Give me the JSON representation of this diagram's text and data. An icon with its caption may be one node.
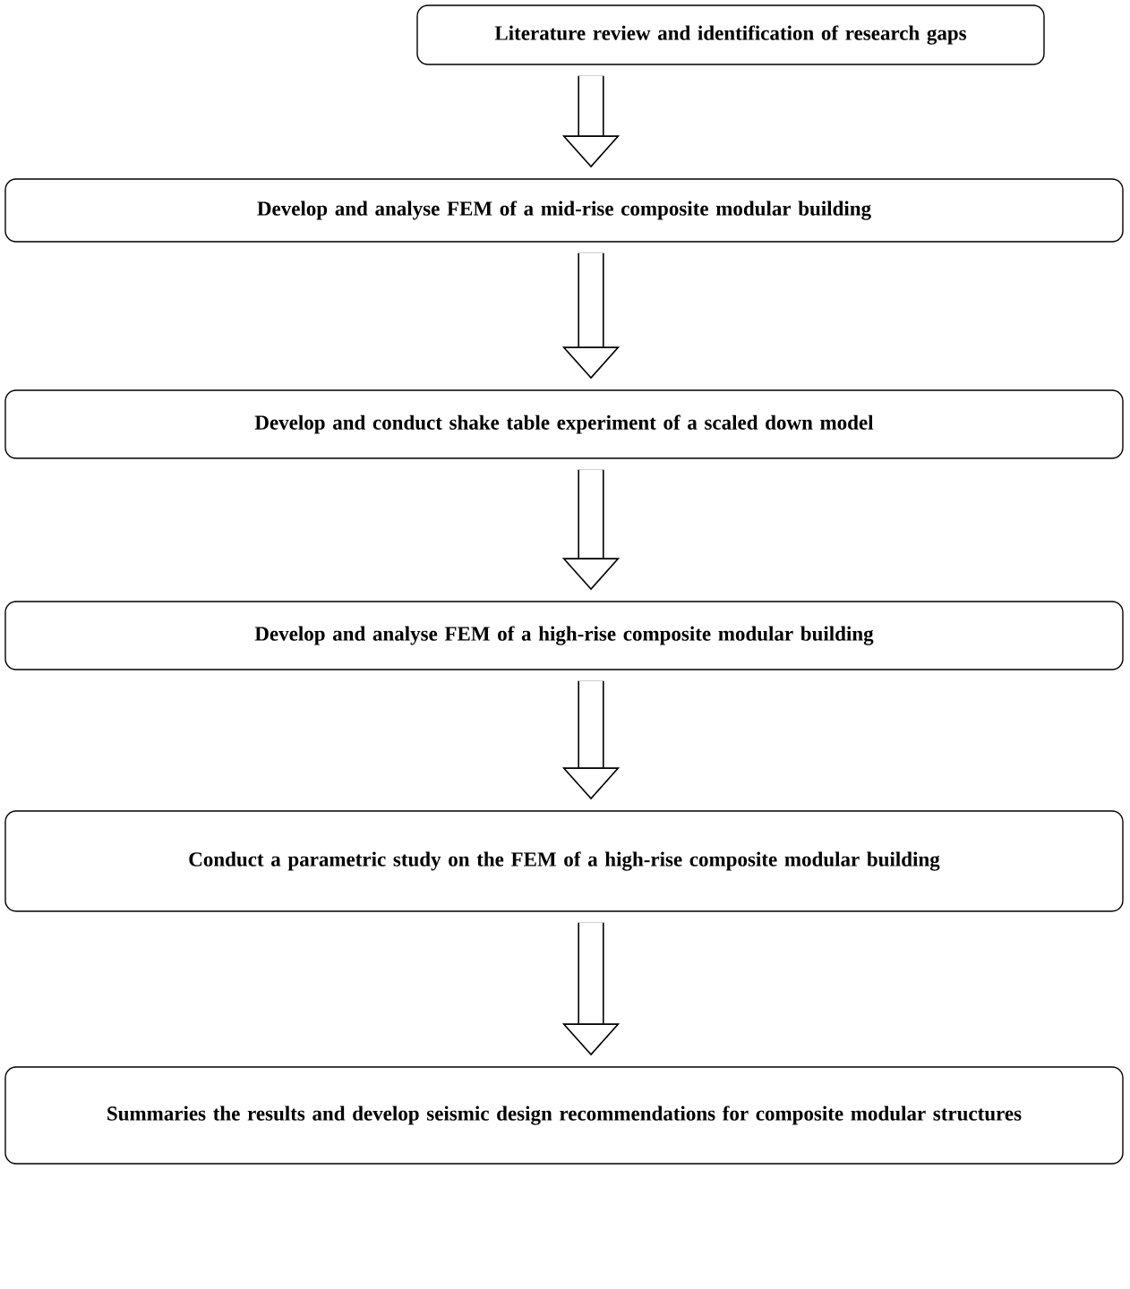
{
  "diagram": {
    "nodes": [
      {
        "text": [
          "Literature review and identification of research gaps"
        ]
      },
      {
        "text": [
          "Develop and analyse FEM of a mid-rise composite modular building"
        ]
      },
      {
        "text": [
          "Develop and conduct shake table experiment of a scaled down model"
        ]
      },
      {
        "text": [
          "Develop and analyse FEM of a high-rise composite modular building"
        ]
      },
      {
        "text": [
          "Conduct a parametric study on the FEM of a high-rise composite modular building"
        ]
      },
      {
        "text": [
          "Summaries the results and develop seismic design recommendations for composite modular structures"
        ]
      }
    ],
    "edges": [
      {
        "from": 0,
        "to": 1,
        "arrow": "to"
      },
      {
        "from": 1,
        "to": 2,
        "arrow": "to"
      },
      {
        "from": 2,
        "to": 3,
        "arrow": "to"
      },
      {
        "from": 3,
        "to": 4,
        "arrow": "to"
      },
      {
        "from": 4,
        "to": 5,
        "arrow": "to"
      }
    ]
  }
}
